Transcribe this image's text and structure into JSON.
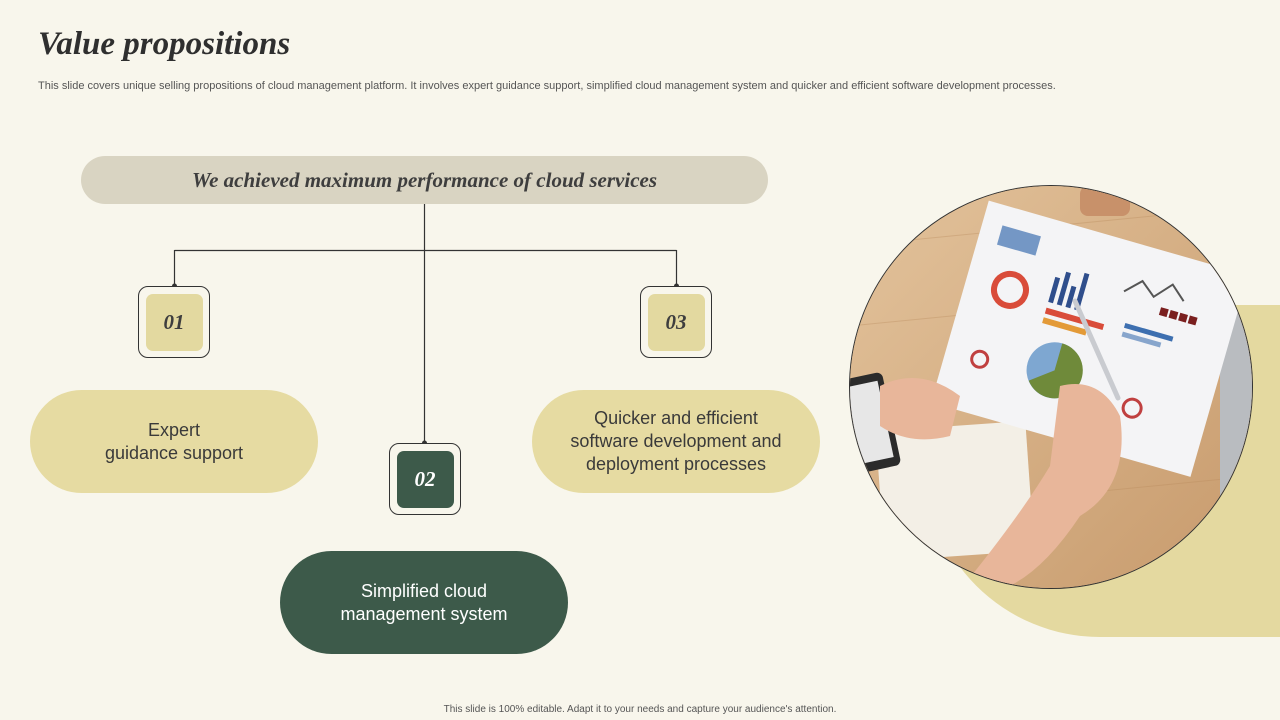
{
  "slide": {
    "title": "Value propositions",
    "subtitle": "This slide covers unique selling propositions of cloud management platform. It involves expert guidance support, simplified cloud management system and quicker and efficient software development processes.",
    "banner": "We achieved maximum performance of cloud services",
    "footer": "This slide is 100% editable. Adapt it to your needs and capture your audience's attention."
  },
  "items": [
    {
      "number": "01",
      "label": "Expert\nguidance support"
    },
    {
      "number": "02",
      "label": "Simplified cloud\nmanagement system"
    },
    {
      "number": "03",
      "label": "Quicker and efficient\nsoftware development and\ndeployment processes"
    }
  ],
  "colors": {
    "background": "#f8f6ec",
    "accent_light": "#e6dba2",
    "accent_dark": "#3d5a4a",
    "banner": "#d9d4c2"
  },
  "image": {
    "icon": "dashboard-report-photo"
  }
}
